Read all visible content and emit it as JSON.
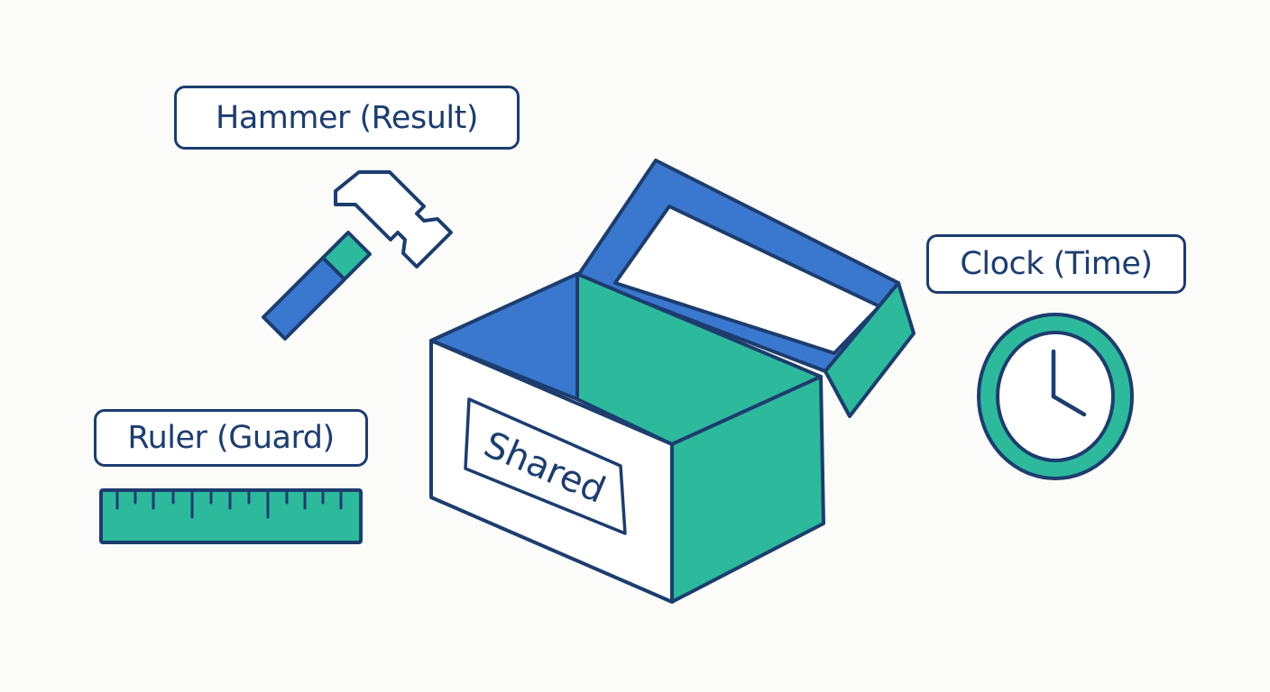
{
  "labels": {
    "hammer": "Hammer (Result)",
    "clock": "Clock (Time)",
    "ruler": "Ruler (Guard)",
    "box": "Shared"
  },
  "icons": [
    "hammer-icon",
    "clock-icon",
    "ruler-icon",
    "open-box-icon"
  ],
  "colors": {
    "outline": "#1c3d6e",
    "blue": "#3a78d0",
    "teal": "#2dba9c",
    "background": "#fbfbf9",
    "white": "#ffffff"
  }
}
